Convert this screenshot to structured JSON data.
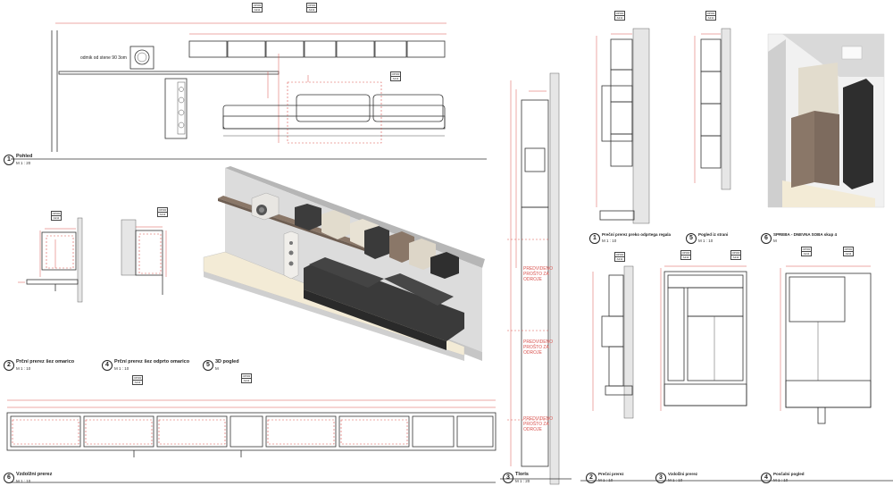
{
  "views": [
    {
      "num": "1",
      "title": "Pohled",
      "scale": "M 1 : 20"
    },
    {
      "num": "2",
      "title": "Prční prerez šez omarico",
      "scale": "M 1 : 10"
    },
    {
      "num": "4",
      "title": "Prční prerez šez odprto omarico",
      "scale": "M 1 : 10"
    },
    {
      "num": "5",
      "title": "3D pogled",
      "scale": "M"
    },
    {
      "num": "6",
      "title": "Vzdolžní prerez",
      "scale": "M 1 : 10"
    },
    {
      "num": "3",
      "title": "Tloris",
      "scale": "M 1 : 20"
    },
    {
      "num": "1",
      "title": "Preční prerez preko odprtega regala",
      "scale": "M 1 : 10"
    },
    {
      "num": "5",
      "title": "Pogled iz strani",
      "scale": "M 1 : 10"
    },
    {
      "num": "6",
      "title": "SPREBA - DNEVNA SOBA skup 4",
      "scale": "M"
    },
    {
      "num": "2",
      "title": "Prečni prerez",
      "scale": "M 1 : 10"
    },
    {
      "num": "3",
      "title": "Vzdolžni prerez",
      "scale": "M 1 : 10"
    },
    {
      "num": "4",
      "title": "Posčalni pogled",
      "scale": "M 1 : 10"
    }
  ],
  "tags": {
    "top": "OPOR",
    "bottom": "A211"
  },
  "notes": {
    "shelf_note": "odmik od stene 90 3om",
    "plan_note": "PREDVIDENO PROŠTO ZA ODROJE"
  },
  "colors": {
    "dim": "#d9534f",
    "sofa": "#3a3a3a",
    "wood": "#8a7768",
    "beige": "#ddd6c8",
    "floor": "#f3ebd6"
  }
}
